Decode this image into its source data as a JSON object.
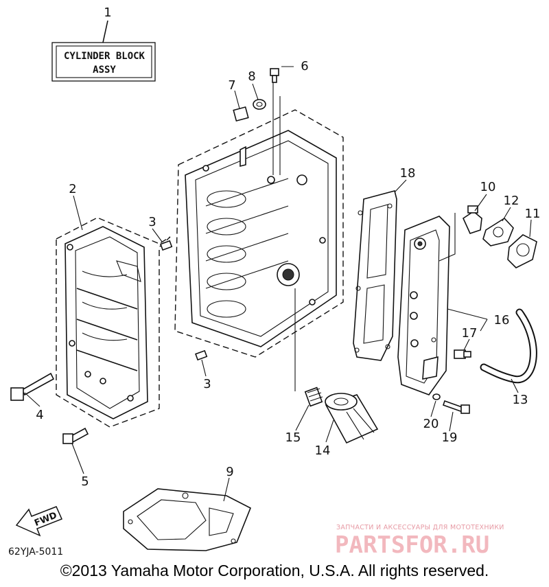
{
  "title_box": {
    "line1": "CYLINDER BLOCK",
    "line2": "ASSY"
  },
  "callouts": [
    "1",
    "2",
    "3",
    "3",
    "4",
    "5",
    "6",
    "7",
    "8",
    "9",
    "10",
    "11",
    "12",
    "13",
    "14",
    "15",
    "16",
    "17",
    "18",
    "19",
    "20"
  ],
  "fwd_label": "FWD",
  "diagram_code": "62YJA-5011",
  "watermark": {
    "small": "ЗАПЧАСТИ И АКСЕССУАРЫ ДЛЯ МОТОТЕХНИКИ",
    "big": "PARTSFOR.RU"
  },
  "copyright": "©2013 Yamaha Motor Corporation, U.S.A. All rights reserved."
}
